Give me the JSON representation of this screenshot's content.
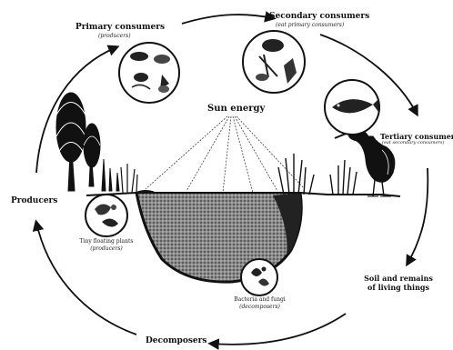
{
  "diagram": {
    "center": {
      "label": "Sun energy"
    },
    "stages": {
      "primary": {
        "label": "Primary consumers",
        "sub": "(producers)"
      },
      "secondary": {
        "label": "Secondary consumers",
        "sub": "(eat primary consumers)"
      },
      "tertiary": {
        "label": "Tertiary consumers",
        "sub": "(eat secondary consumers)"
      },
      "soil": {
        "line1": "Soil and remains",
        "line2": "of living things"
      },
      "decomposers": {
        "label": "Decomposers"
      },
      "producers": {
        "label": "Producers"
      }
    },
    "insets": {
      "plants": {
        "line1": "Tiny floating plants",
        "line2": "(producers)"
      },
      "bacteria": {
        "line1": "Bacteria and fungi",
        "line2": "(decomposers)"
      }
    }
  }
}
